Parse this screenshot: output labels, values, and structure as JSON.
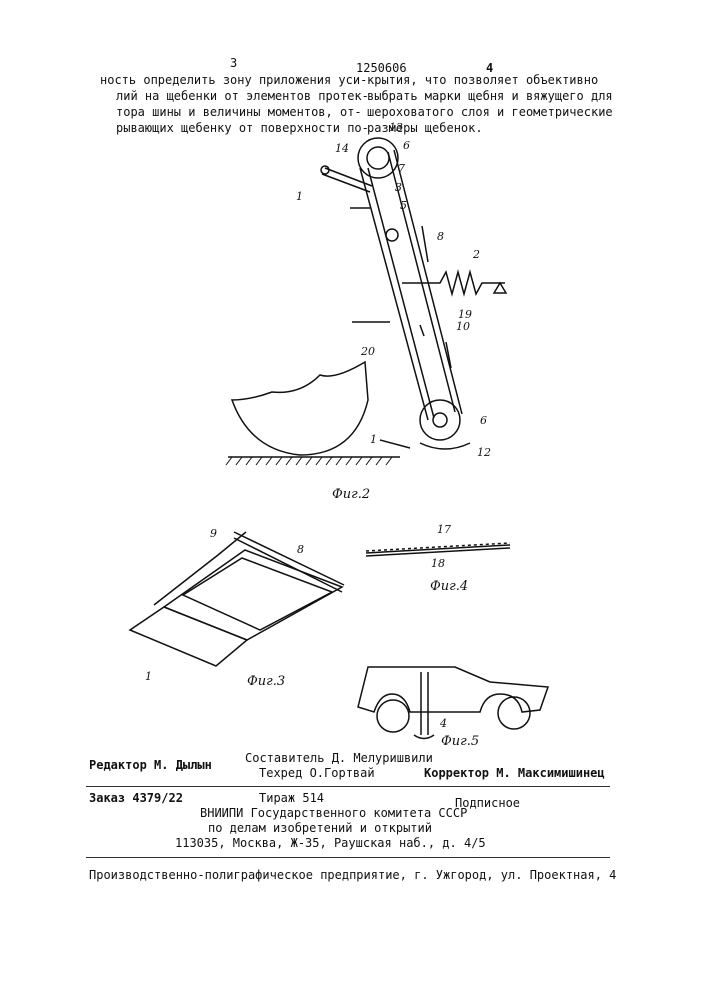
{
  "header": {
    "page_left": "3",
    "patent_number": "1250606",
    "page_right": "4"
  },
  "body_text": {
    "left_lines": [
      "ность определить зону приложения уси-",
      "лий на щебенки от элементов протек-",
      "тора шины и величины моментов, от-",
      "рывающих щебенку от поверхности по-"
    ],
    "right_lines": [
      "крытия, что позволяет объективно",
      "выбрать марки щебня и вяжущего для",
      "шероховатого слоя и геометрические",
      "размеры щебенок."
    ]
  },
  "figures": {
    "fig2": {
      "caption": "Фиг.2",
      "labels": [
        "13",
        "6",
        "14",
        "7",
        "1",
        "3",
        "5",
        "8",
        "2",
        "19",
        "10",
        "20",
        "6",
        "1",
        "12"
      ]
    },
    "fig3": {
      "caption": "Фиг.3",
      "labels": [
        "9",
        "8",
        "1"
      ]
    },
    "fig4": {
      "caption": "Фиг.4",
      "labels": [
        "17",
        "18"
      ]
    },
    "fig5": {
      "caption": "Фиг.5",
      "labels": [
        "4"
      ]
    }
  },
  "colophon": {
    "editor": "Редактор М. Дылын",
    "compiler": "Составитель Д. Мелуришвили",
    "techred": "Техред О.Гортвай",
    "corrector": "Корректор М. Максимишинец",
    "order": "Заказ 4379/22",
    "circulation": "Тираж 514",
    "subscription": "Подписное",
    "org1": "ВНИИПИ Государственного комитета СССР",
    "org2": "по делам изобретений и открытий",
    "address": "113035, Москва, Ж-35, Раушская наб., д. 4/5",
    "printer": "Производственно-полиграфическое предприятие, г. Ужгород, ул. Проектная, 4"
  }
}
